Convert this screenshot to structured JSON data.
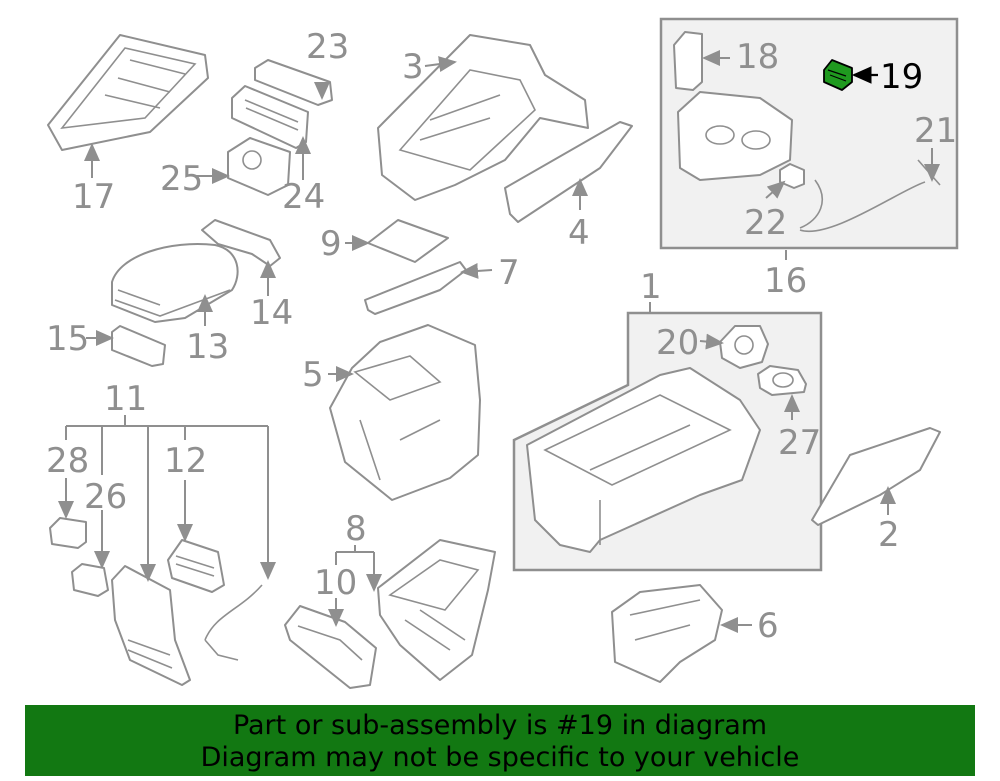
{
  "callouts": {
    "c1": "1",
    "c2": "2",
    "c3": "3",
    "c4": "4",
    "c5": "5",
    "c6": "6",
    "c7": "7",
    "c8": "8",
    "c9": "9",
    "c10": "10",
    "c11": "11",
    "c12": "12",
    "c13": "13",
    "c14": "14",
    "c15": "15",
    "c16": "16",
    "c17": "17",
    "c18": "18",
    "c19": "19",
    "c20": "20",
    "c21": "21",
    "c22": "22",
    "c23": "23",
    "c24": "24",
    "c25": "25",
    "c26": "26",
    "c27": "27",
    "c28": "28"
  },
  "highlighted_part": "19",
  "colors": {
    "banner": "#127812",
    "highlight_part": "#1f9a1f",
    "line": "#8f8f8f",
    "box_fill": "#f1f1f1"
  },
  "banner": {
    "line1": "Part or sub-assembly is #19 in diagram",
    "line2": "Diagram may not be specific to your vehicle"
  }
}
